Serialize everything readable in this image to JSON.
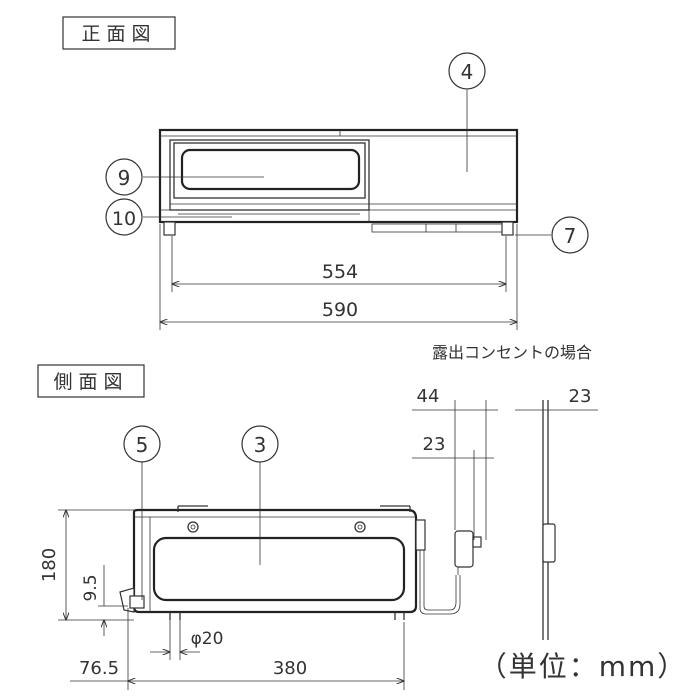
{
  "front_view": {
    "title": "正面図",
    "callouts": {
      "4": "4",
      "9": "9",
      "10": "10",
      "7": "7"
    },
    "dim_inner_width": "554",
    "dim_total_width": "590"
  },
  "side_view": {
    "title": "側面図",
    "callouts": {
      "5": "5",
      "3": "3"
    },
    "dim_height": "180",
    "dim_foot_height": "9.5",
    "dim_front_offset": "76.5",
    "dim_depth": "380",
    "dim_foot_diameter": "φ20"
  },
  "outlet": {
    "title": "露出コンセントの場合",
    "dim_plug_depth": "44",
    "dim_plug_width": "23",
    "dim_outlet_depth": "23"
  },
  "units_note": "（単位：mm）"
}
